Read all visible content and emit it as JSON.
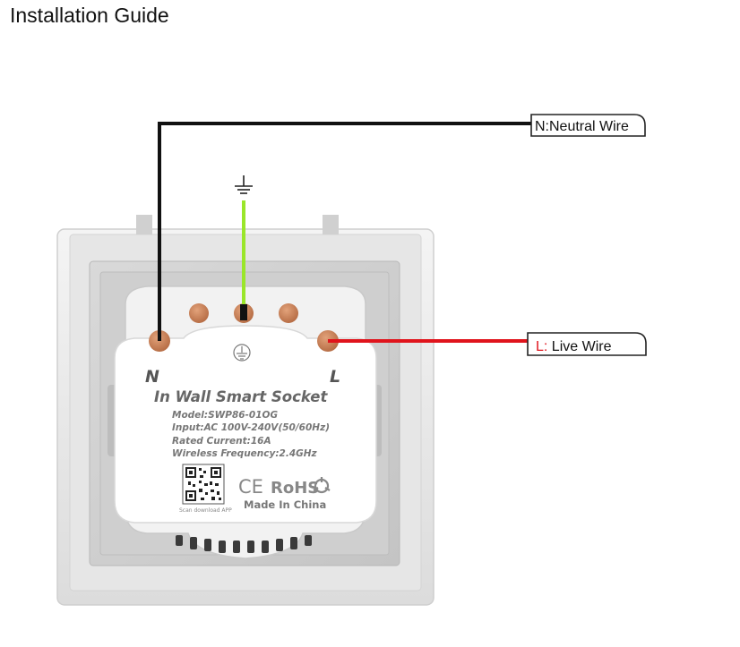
{
  "title": "Installation Guide",
  "labels": {
    "neutral": "N:Neutral Wire",
    "live_prefix": "L:",
    "live_text": " Live Wire",
    "terminal_n": "N",
    "terminal_l": "L"
  },
  "device": {
    "name": "In Wall Smart Socket",
    "model": "Model:SWP86-01OG",
    "input": "Input:AC 100V-240V(50/60Hz)",
    "current": "Rated Current:16A",
    "frequency": "Wireless Frequency:2.4GHz",
    "scan_text": "Scan download APP",
    "ce": "CE",
    "rohs": "RoHS",
    "made_in": "Made In China"
  },
  "colors": {
    "neutral_wire": "#111111",
    "earth_wire": "#9ae62a",
    "live_wire": "#e0141c",
    "live_prefix": "#e0141c",
    "terminal": "#c9845a",
    "frame": "#ececec",
    "module": "#ffffff"
  },
  "icons": {
    "ground_symbol": "ground-icon",
    "earth_mark": "earth-terminal-icon",
    "qr_code": "qr-code-icon",
    "recycle": "recycle-icon"
  }
}
